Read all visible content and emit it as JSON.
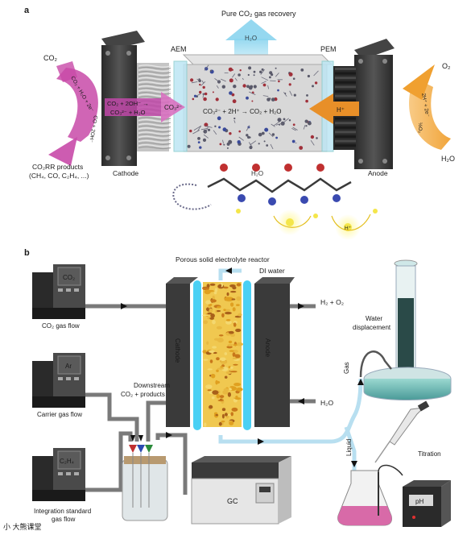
{
  "panel_a": {
    "label": "a",
    "top_title": "Pure CO₂ gas recovery",
    "aem_label": "AEM",
    "pem_label": "PEM",
    "cathode_label": "Cathode",
    "anode_label": "Anode",
    "co2_input": "CO₂",
    "o2_output": "O₂",
    "h2o_input": "H₂O",
    "products_line1": "CO₂RR products",
    "products_line2": "(CH₄, CO, C₂H₄, ...)",
    "cathode_eq_1": "CO₂ + 2OH⁻ →",
    "cathode_eq_2": "CO₃²⁻ + H₂O",
    "carbonate_ion": "CO₃²⁻",
    "proton": "H⁺",
    "center_eq": "CO₃²⁻ + 2H⁺ → CO₂ + H₂O",
    "arc_cathode_top": "CO₂ + H₂O + 2e⁻",
    "arc_cathode_bottom": "CO + 2OH⁻",
    "arc_anode_top": "2H⁺ + 2e⁻",
    "arc_anode_bottom": "½O₂",
    "plume_label": "H₂O",
    "mid_label": "H₂O",
    "proton_small": "H⁺",
    "colors": {
      "magenta": "#c84aa8",
      "orange": "#e8962a",
      "light_blue": "#a9def0",
      "gray_plate": "#3a3a3a",
      "yellow": "#f4e64a"
    }
  },
  "panel_b": {
    "label": "b",
    "reactor_title": "Porous solid electrolyte reactor",
    "di_water": "DI water",
    "h2_o2": "H₂ + O₂",
    "h2o_in": "H₂O",
    "cathode_label": "Cathode",
    "anode_label": "Anode",
    "mfc_co2": "CO₂",
    "mfc_ar": "Ar",
    "mfc_c2h4": "C₂H₄",
    "co2_flow": "CO₂ gas flow",
    "carrier_flow": "Carrier gas flow",
    "integration_1": "Integration standard",
    "integration_2": "gas flow",
    "downstream_1": "Downstream",
    "downstream_2": "CO₂ + products",
    "gc_label": "GC",
    "water_disp_1": "Water",
    "water_disp_2": "displacement",
    "gas_label": "Gas",
    "liquid_label": "Liquid",
    "titration": "Titration",
    "ph_label": "pH",
    "colors": {
      "red": "#e0202a",
      "green": "#2a9a3a",
      "blue": "#1a3aa0",
      "cyan": "#5ad0f0",
      "pink": "#d86aa8"
    }
  },
  "watermark": "小 大熊课堂"
}
